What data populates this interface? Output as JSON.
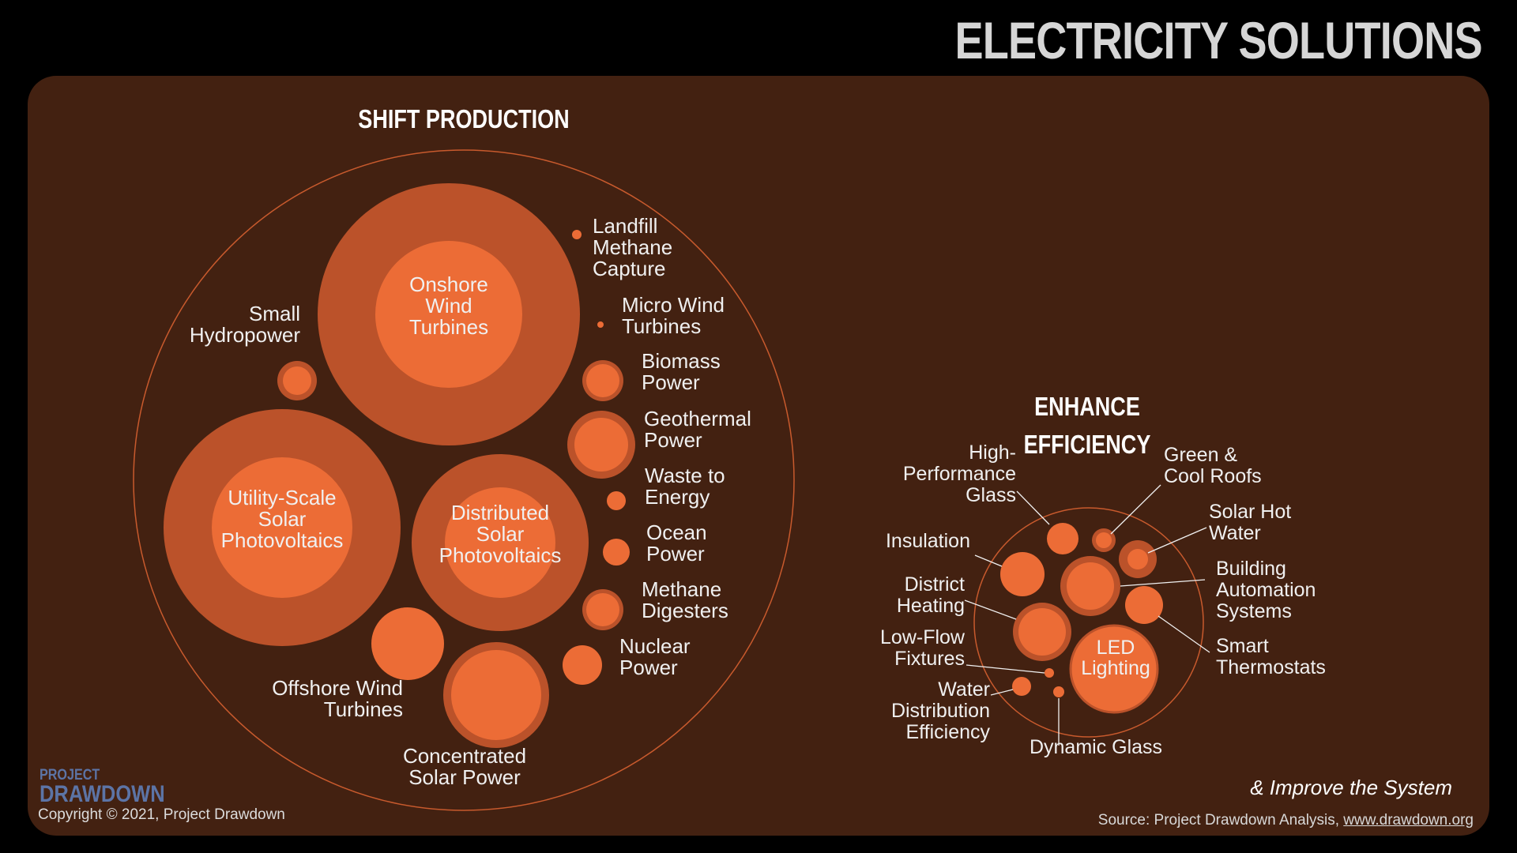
{
  "title": "ELECTRICITY SOLUTIONS",
  "colors": {
    "background": "#000000",
    "panel": "#432111",
    "outline": "#c85a2d",
    "bubble_outer": "#bb522a",
    "bubble_inner": "#ec6c36",
    "text": "#f0f0f0"
  },
  "groups": [
    {
      "id": "shift",
      "heading": [
        "SHIFT PRODUCTION"
      ],
      "solutions": [
        {
          "label": [
            "Onshore",
            "Wind",
            "Turbines"
          ],
          "size_rank": 1,
          "nested": true
        },
        {
          "label": [
            "Utility-Scale",
            "Solar",
            "Photovoltaics"
          ],
          "size_rank": 2,
          "nested": true
        },
        {
          "label": [
            "Distributed",
            "Solar",
            "Photovoltaics"
          ],
          "size_rank": 3,
          "nested": true
        },
        {
          "label": [
            "Concentrated",
            "Solar Power"
          ],
          "size_rank": 4,
          "nested": true
        },
        {
          "label": [
            "Offshore Wind",
            "Turbines"
          ],
          "size_rank": 5,
          "nested": false
        },
        {
          "label": [
            "Geothermal",
            "Power"
          ],
          "size_rank": 6,
          "nested": true
        },
        {
          "label": [
            "Small",
            "Hydropower"
          ],
          "size_rank": 9,
          "nested": true
        },
        {
          "label": [
            "Biomass",
            "Power"
          ],
          "size_rank": 8,
          "nested": true
        },
        {
          "label": [
            "Methane",
            "Digesters"
          ],
          "size_rank": 10,
          "nested": true
        },
        {
          "label": [
            "Nuclear",
            "Power"
          ],
          "size_rank": 7,
          "nested": false
        },
        {
          "label": [
            "Ocean",
            "Power"
          ],
          "size_rank": 11,
          "nested": false
        },
        {
          "label": [
            "Waste to",
            "Energy"
          ],
          "size_rank": 12,
          "nested": false
        },
        {
          "label": [
            "Landfill",
            "Methane",
            "Capture"
          ],
          "size_rank": 13,
          "nested": false
        },
        {
          "label": [
            "Micro Wind",
            "Turbines"
          ],
          "size_rank": 14,
          "nested": false
        }
      ]
    },
    {
      "id": "efficiency",
      "heading": [
        "ENHANCE",
        "EFFICIENCY"
      ],
      "solutions": [
        {
          "label": [
            "LED",
            "Lighting"
          ],
          "size_rank": 1,
          "nested": false
        },
        {
          "label": [
            "District",
            "Heating"
          ],
          "size_rank": 2,
          "nested": true
        },
        {
          "label": [
            "Building",
            "Automation",
            "Systems"
          ],
          "size_rank": 3,
          "nested": true
        },
        {
          "label": [
            "Insulation"
          ],
          "size_rank": 4,
          "nested": false
        },
        {
          "label": [
            "Smart",
            "Thermostats"
          ],
          "size_rank": 5,
          "nested": false
        },
        {
          "label": [
            "High-",
            "Performance",
            "Glass"
          ],
          "size_rank": 6,
          "nested": false
        },
        {
          "label": [
            "Solar Hot",
            "Water"
          ],
          "size_rank": 7,
          "nested": true
        },
        {
          "label": [
            "Green &",
            "Cool Roofs"
          ],
          "size_rank": 8,
          "nested": true
        },
        {
          "label": [
            "Water",
            "Distribution",
            "Efficiency"
          ],
          "size_rank": 9,
          "nested": false
        },
        {
          "label": [
            "Dynamic Glass"
          ],
          "size_rank": 10,
          "nested": false
        },
        {
          "label": [
            "Low-Flow",
            "Fixtures"
          ],
          "size_rank": 11,
          "nested": false
        }
      ]
    }
  ],
  "footer": {
    "logo_line1": "PROJECT",
    "logo_line2": "DRAWDOWN",
    "copyright": "Copyright © 2021, Project Drawdown",
    "improve": "& Improve the System",
    "source_prefix": "Source: Project Drawdown Analysis, ",
    "source_url": "www.drawdown.org"
  }
}
